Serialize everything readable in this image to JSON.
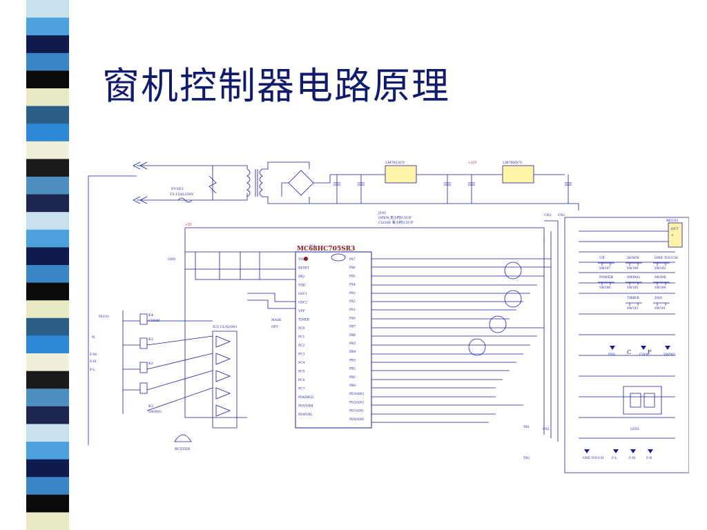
{
  "slide": {
    "title": "窗机控制器电路原理",
    "stripe_colors": [
      "#c7e1ef",
      "#4aa1dc",
      "#0f1a4f",
      "#3a86c4",
      "#0b0b0b",
      "#e8e9c2",
      "#2a5f8a",
      "#2f88d6",
      "#f0f0d8",
      "#1a1a1a",
      "#4d90bf",
      "#1c2450"
    ]
  },
  "schematic": {
    "chip_label": "MC68HC705SR3",
    "regulator_1": "LM7812CV",
    "regulator_2": "LM7805CV",
    "fuse_label": "FUSE1",
    "fuse_value": "T3.15AL250V",
    "buzzer_label": "BUZZER",
    "ic_label": "IC1",
    "darlington_label": "IC5  ULN2003",
    "plug_label": "PLUG",
    "motor_labels": {
      "n": "N",
      "fh": "F-H",
      "fm": "F-M",
      "fl": "F-L"
    },
    "relay_labels": {
      "k4": "K4",
      "comp": "COMP",
      "k1": "K1",
      "k2": "K2",
      "k3": "K3",
      "swing": "SWING"
    },
    "jumper_text": {
      "j101": "J101",
      "open": "OPEN  无小时0.5UP",
      "close": "CLOSE  有小时0.5UP"
    },
    "left_pins": [
      "VSS",
      "RESET",
      "IRQ",
      "VDD",
      "OSC1",
      "OSC2",
      "VPP",
      "TIMER",
      "PC0",
      "PC1",
      "PC2",
      "PC3",
      "PC4",
      "PC5",
      "PC6",
      "PC7",
      "PD6/IRQ2",
      "PD5/VRH",
      "PD4/VRL"
    ],
    "right_pins": [
      "PA7",
      "PA6",
      "PA5",
      "PA4",
      "PA3",
      "PA2",
      "PA1",
      "PA0",
      "PB7",
      "PB6",
      "PB5",
      "PB4",
      "PB3",
      "PB2",
      "PB1",
      "PB0",
      "PD3/AN3",
      "PD2/AN2",
      "PD1/AN1",
      "PD0/AN0"
    ],
    "panel_buttons": [
      {
        "key": "UP",
        "ref": "SW107"
      },
      {
        "key": "DOWN",
        "ref": "SW108"
      },
      {
        "key": "ONE TOUCH",
        "ref": "SW102"
      },
      {
        "key": "POWER",
        "ref": "SW106"
      },
      {
        "key": "SWING",
        "ref": "SW105"
      },
      {
        "key": "MODE",
        "ref": "SW104"
      },
      {
        "key": "TIMER",
        "ref": "SW103"
      },
      {
        "key": "FAN",
        "ref": "SW101"
      }
    ],
    "led_labels": [
      "FAN",
      "COOL",
      "SWING",
      "ONE TOUCH",
      "F-L",
      "F-M",
      "F-H"
    ],
    "remote_label": "REC01",
    "remote_pins": [
      "OUT",
      "+",
      "-"
    ],
    "segment_letters": [
      "C",
      "F"
    ],
    "misc_labels": [
      "GND",
      "+5V",
      "+12V",
      "CN1",
      "CN2",
      "CN3",
      "TB1",
      "TB2",
      "MASK",
      "OPT",
      "LED1"
    ]
  }
}
